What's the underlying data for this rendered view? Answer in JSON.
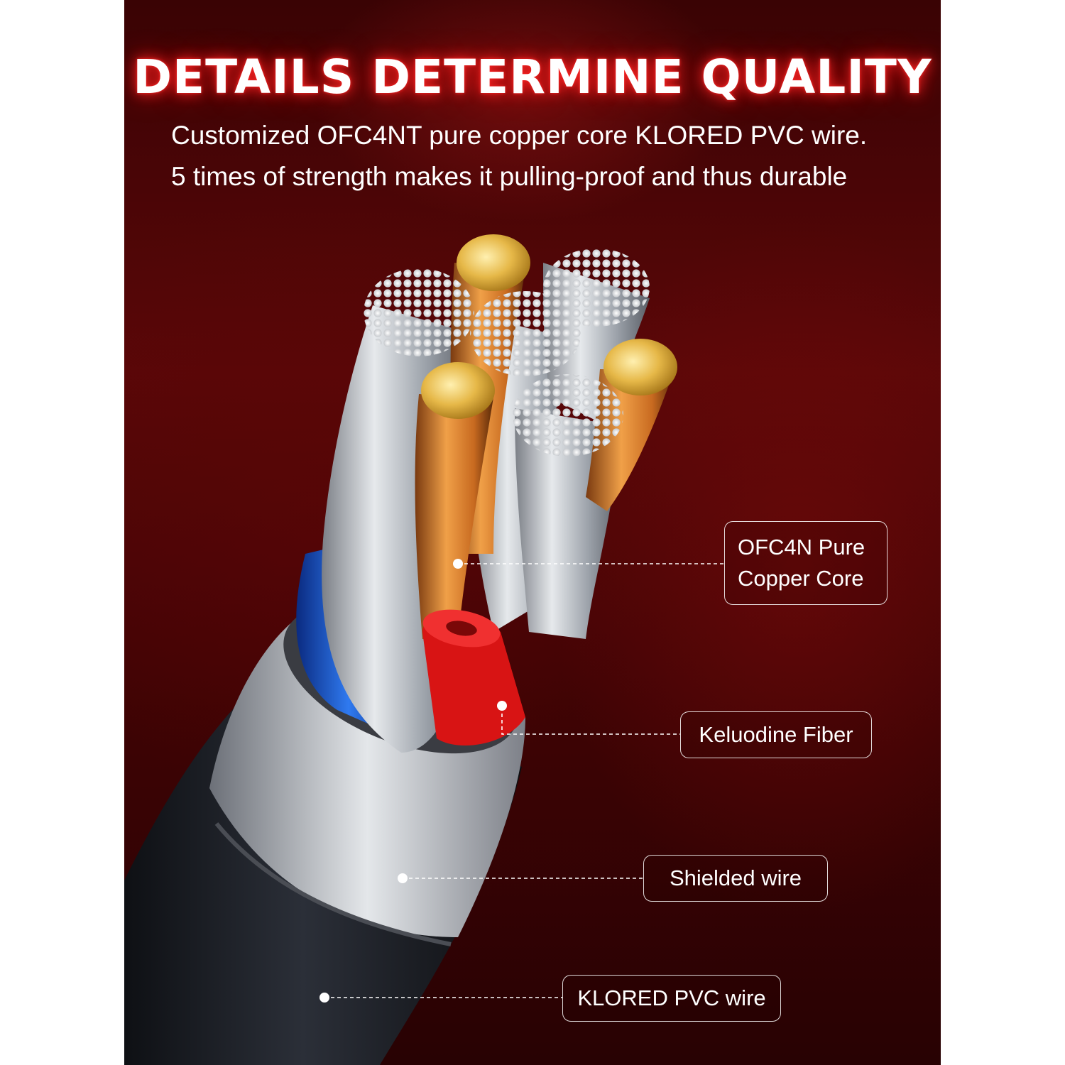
{
  "headline": "DETAILS DETERMINE QUALITY",
  "subtitle_lines": [
    "Customized OFC4NT pure copper core KLORED PVC wire.",
    "5 times of strength makes it pulling-proof and thus durable"
  ],
  "callouts": {
    "core": {
      "line1": "OFC4N Pure",
      "line2": "Copper Core"
    },
    "fiber": "Keluodine Fiber",
    "shield": "Shielded wire",
    "pvc": "KLORED PVC wire"
  },
  "colors": {
    "background": "#4a0506",
    "headline_glow": "#ff2020",
    "copper": "#d4802a",
    "gold_tip": "#e0b040",
    "silver": "#c8ccd2",
    "blue_insulation": "#1a5ad8",
    "red_fiber": "#e01818",
    "jacket": "#1c1f26"
  }
}
